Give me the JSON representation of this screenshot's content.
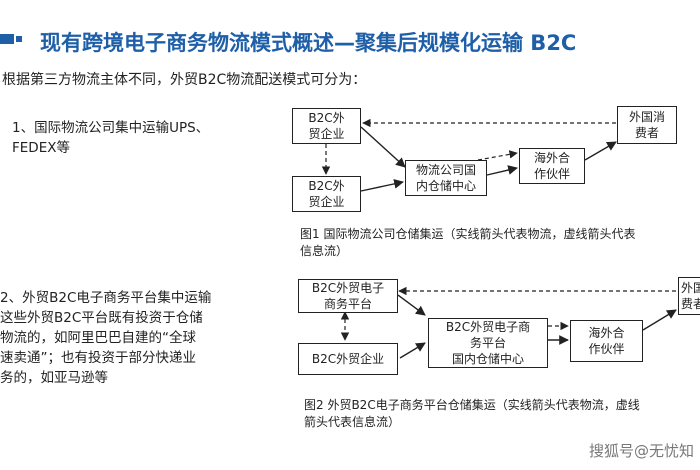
{
  "header": {
    "title": "现有跨境电子商务物流模式概述—聚集后规模化运输 B2C"
  },
  "intro": "根据第三方物流主体不同，外贸B2C物流配送模式可分为：",
  "item1": {
    "lines": [
      "1、国际物流公司集中运输UPS、",
      "FEDEX等"
    ]
  },
  "item2": {
    "lines": [
      "2、外贸B2C电子商务平台集中运输",
      "这些外贸B2C平台既有投资于仓储",
      "物流的，如阿里巴巴自建的“全球",
      "速卖通”；也有投资于部分快递业",
      "务的，如亚马逊等"
    ]
  },
  "fig1": {
    "boxes": {
      "b2c_top": [
        "B2C外",
        "贸企业"
      ],
      "b2c_bottom": [
        "B2C外",
        "贸企业"
      ],
      "warehouse": [
        "物流公司国",
        "内仓储中心"
      ],
      "partner": [
        "海外合",
        "作伙伴"
      ],
      "consumer": [
        "外国消",
        "费者"
      ]
    },
    "caption": [
      "图1 国际物流公司仓储集运（实线箭头代表物流，虚线箭头代表",
      "信息流）"
    ]
  },
  "fig2": {
    "boxes": {
      "platform": [
        "B2C外贸电子",
        "商务平台"
      ],
      "enterprise": [
        "B2C外贸企业"
      ],
      "warehouse": [
        "B2C外贸电子商",
        "务平台",
        "国内仓储中心"
      ],
      "partner": [
        "海外合",
        "作伙伴"
      ],
      "consumer": [
        "外国消",
        "费者"
      ]
    },
    "caption": [
      "图2 外贸B2C电子商务平台仓储集运（实线箭头代表物流，虚线",
      "箭头代表信息流）"
    ]
  },
  "watermark": "搜狐号@无忧知"
}
